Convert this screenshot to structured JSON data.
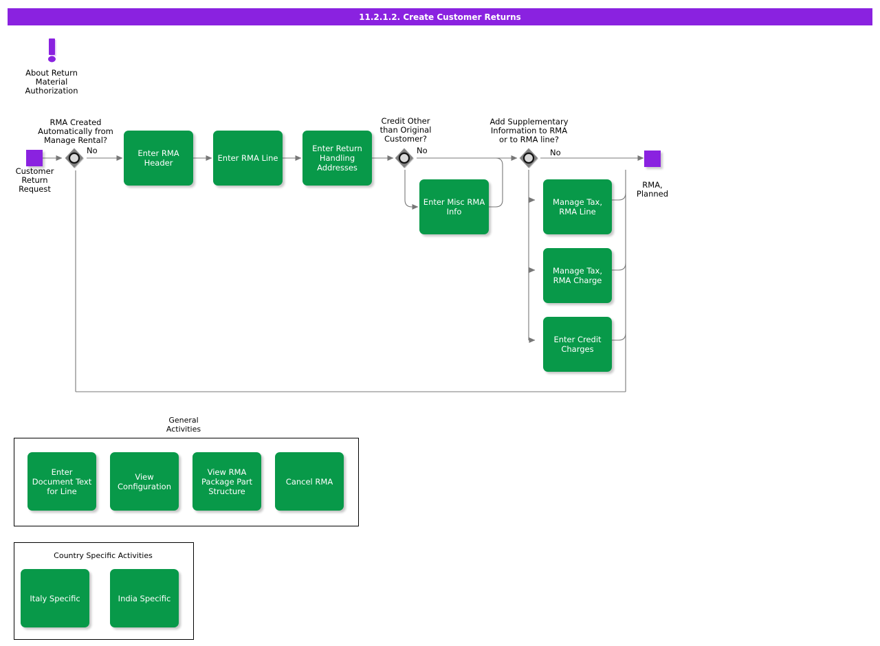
{
  "header": {
    "title": "11.2.1.2. Create Customer Returns",
    "bar_color": "#8A22E0",
    "text_color": "#ffffff"
  },
  "theme": {
    "process_color": "#089949",
    "terminator_color": "#8A22E0",
    "decision_color": "#808080",
    "line_color": "#666666",
    "text_on_process": "#ffffff"
  },
  "info_note": {
    "icon": "exclamation-icon",
    "label": "About Return\nMaterial\nAuthorization"
  },
  "start": {
    "name": "customer-return-request",
    "label": "Customer\nReturn\nRequest"
  },
  "end": {
    "name": "rma-planned",
    "label": "RMA,\nPlanned"
  },
  "decisions": [
    {
      "id": "d1",
      "question": "RMA Created\nAutomatically from\nManage Rental?",
      "branch_label": "No"
    },
    {
      "id": "d2",
      "question": "Credit Other\nthan Original\nCustomer?",
      "branch_label": "No"
    },
    {
      "id": "d3",
      "question": "Add Supplementary\nInformation to RMA\nor to RMA line?",
      "branch_label": "No"
    }
  ],
  "main_flow": [
    {
      "id": "p1",
      "label": "Enter RMA\nHeader"
    },
    {
      "id": "p2",
      "label": "Enter RMA Line"
    },
    {
      "id": "p3",
      "label": "Enter Return\nHandling\nAddresses"
    }
  ],
  "branch_credit": [
    {
      "id": "p4",
      "label": "Enter Misc RMA\nInfo"
    }
  ],
  "branch_supplementary": [
    {
      "id": "p5",
      "label": "Manage Tax,\nRMA Line"
    },
    {
      "id": "p6",
      "label": "Manage Tax,\nRMA Charge"
    },
    {
      "id": "p7",
      "label": "Enter Credit\nCharges"
    }
  ],
  "general_activities": {
    "title": "General\nActivities",
    "items": [
      {
        "id": "g1",
        "label": "Enter Document\nText for Line"
      },
      {
        "id": "g2",
        "label": "View\nConfiguration"
      },
      {
        "id": "g3",
        "label": "View RMA\nPackage Part\nStructure"
      },
      {
        "id": "g4",
        "label": "Cancel RMA"
      }
    ]
  },
  "country_activities": {
    "title": "Country Specific Activities",
    "items": [
      {
        "id": "c1",
        "label": "Italy Specific"
      },
      {
        "id": "c2",
        "label": "India Specific"
      }
    ]
  }
}
